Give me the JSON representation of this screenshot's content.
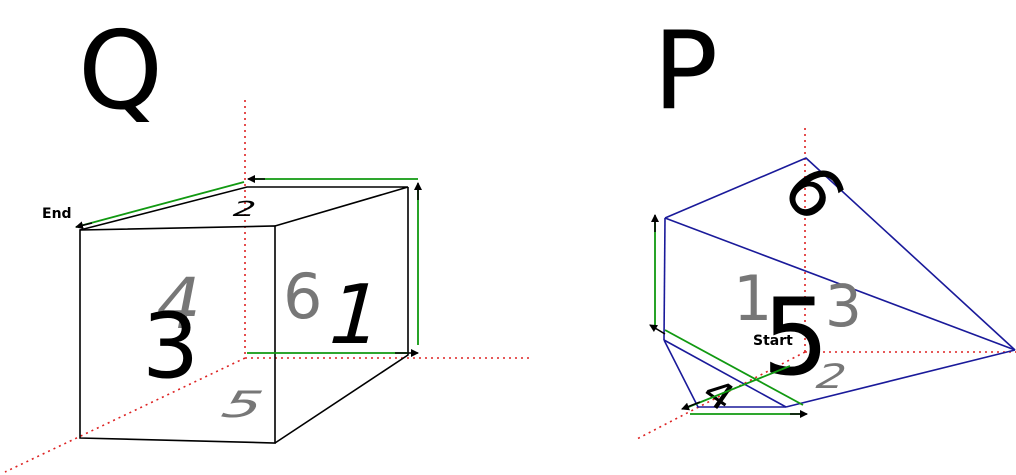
{
  "colors": {
    "edge_q": "#000000",
    "edge_p": "#1a1a9a",
    "axis": "#dd2222",
    "path": "#119911",
    "arrow": "#000000",
    "front_number": "#000000",
    "hidden_number": "#777777"
  },
  "figure_q": {
    "title": "Q",
    "end_label": "End",
    "faces": {
      "front": "3",
      "right": "1",
      "top": "2",
      "back": "6",
      "left_hidden": "4",
      "bottom_hidden": "5"
    }
  },
  "figure_p": {
    "title": "P",
    "start_label": "Start",
    "faces": {
      "front": "5",
      "top": "6",
      "left_hidden": "1",
      "right_hidden": "3",
      "bottom_hidden": "2",
      "small": "4"
    }
  }
}
